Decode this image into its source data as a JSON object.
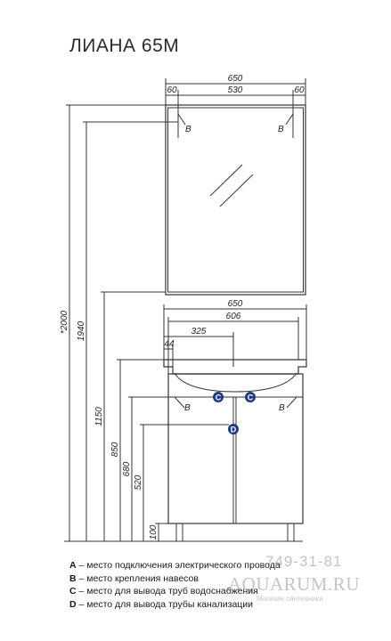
{
  "title": "ЛИАНА 65М",
  "dimensions": {
    "mirror_total_width": "650",
    "mirror_left_offset": "60",
    "mirror_inner_width": "530",
    "mirror_right_offset": "60",
    "vanity_total_width": "650",
    "vanity_inner_width": "606",
    "vanity_center_offset": "325",
    "vanity_left_offset": "44",
    "height_total": "*2000",
    "height_mirror_top": "1940",
    "height_mirror_bottom": "1150",
    "height_vanity_top": "850",
    "height_connection": "680",
    "height_drain": "520",
    "height_legs": "100"
  },
  "markers": {
    "b": "B",
    "c": "C",
    "d": "D"
  },
  "legend": [
    {
      "letter": "A",
      "text": " – место подключения электрического провода"
    },
    {
      "letter": "B",
      "text": " – место крепления навесов"
    },
    {
      "letter": "C",
      "text": " – место для вывода труб водоснабжения"
    },
    {
      "letter": "D",
      "text": " – место для вывода трубы канализации"
    }
  ],
  "watermark": {
    "phone": "749-31-81",
    "brand": "AQUARUM.RU",
    "tagline": "Магазин сантехники"
  }
}
